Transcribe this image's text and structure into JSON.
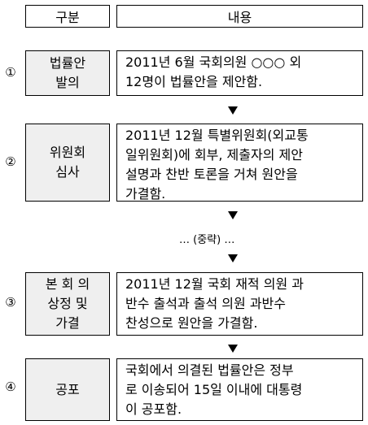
{
  "header": {
    "col1": "구분",
    "col2": "내용"
  },
  "steps": [
    {
      "number": "①",
      "label": "법률안\n발의",
      "content": "2011년 6월 국회의원 ○○○ 외\n12명이 법률안을 제안함."
    },
    {
      "number": "②",
      "label": "위원회\n심사",
      "content": "2011년 12월 특별위원회(외교통\n일위원회)에 회부, 제출자의 제안\n설명과 찬반 토론을 거쳐 원안을\n가결함."
    },
    {
      "number": "③",
      "label": "본 회 의\n상정 및\n가결",
      "content": "2011년 12월 국회 재적 의원 과\n반수 출석과 출석 의원 과반수\n찬성으로 원안을 가결함."
    },
    {
      "number": "④",
      "label": "공포",
      "content": "국회에서 의결된 법률안은 정부\n로 이송되어 15일 이내에 대통령\n이 공포함."
    }
  ],
  "middle_text": "… (중략) …"
}
